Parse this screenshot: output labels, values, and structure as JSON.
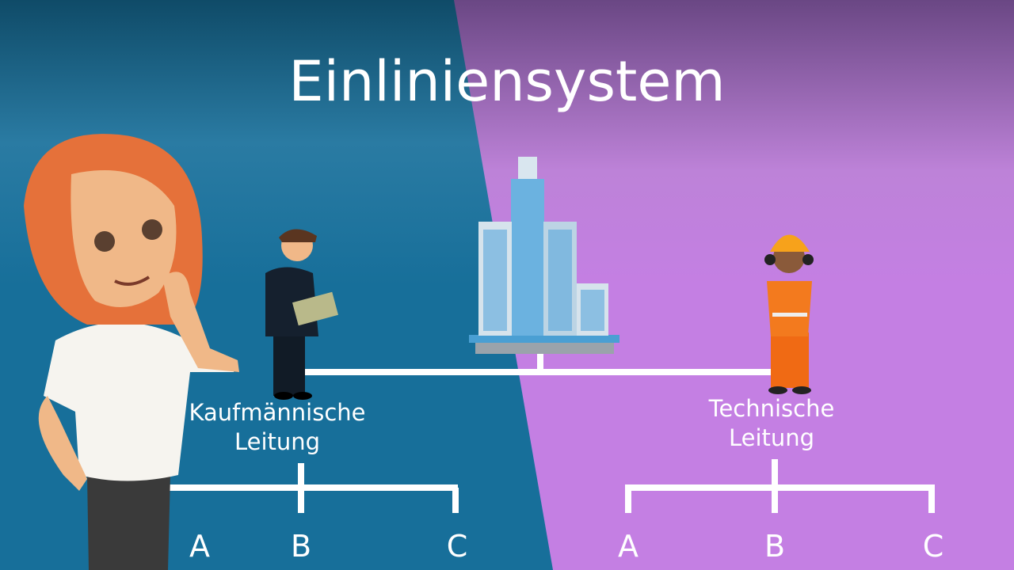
{
  "title": "Einliniensystem",
  "colors": {
    "left_panel": "#176f9a",
    "right_panel": "#c47fe3",
    "lines": "#ffffff"
  },
  "org_chart": {
    "top": {
      "icon": "office-building-icon"
    },
    "departments": [
      {
        "name_line1": "Kaufmännische",
        "name_line2": "Leitung",
        "icon": "businessman-icon",
        "units": [
          "A",
          "B",
          "C"
        ]
      },
      {
        "name_line1": "Technische",
        "name_line2": "Leitung",
        "icon": "construction-worker-icon",
        "units": [
          "A",
          "B",
          "C"
        ]
      }
    ]
  },
  "presenter": {
    "icon": "presenter-woman-icon"
  }
}
